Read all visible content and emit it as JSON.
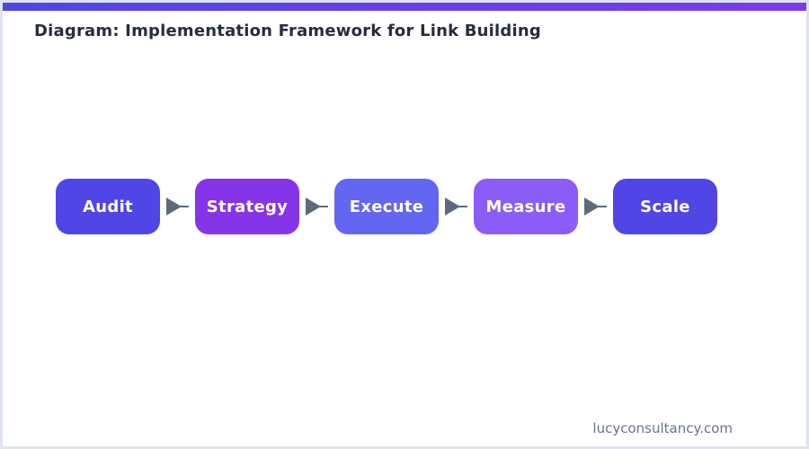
{
  "page": {
    "background": "#ffffff",
    "border_color": "#dde3f1"
  },
  "accent_bar": {
    "gradient_start": "#4f46e5",
    "gradient_end": "#7c3aed"
  },
  "header": {
    "title": "Diagram: Implementation Framework for Link Building",
    "title_color": "#262d40"
  },
  "diagram": {
    "type": "flowchart",
    "direction": "left-to-right",
    "steps": [
      {
        "label": "Audit",
        "color": "#4f46e5"
      },
      {
        "label": "Strategy",
        "color": "#8534e8"
      },
      {
        "label": "Execute",
        "color": "#6366f1"
      },
      {
        "label": "Measure",
        "color": "#8b5cf6"
      },
      {
        "label": "Scale",
        "color": "#4f46e5"
      }
    ],
    "step_text_color": "#ffffff",
    "arrow_color": "#5d6a7d"
  },
  "footer": {
    "website": "lucyconsultancy.com",
    "color": "#67748c"
  }
}
